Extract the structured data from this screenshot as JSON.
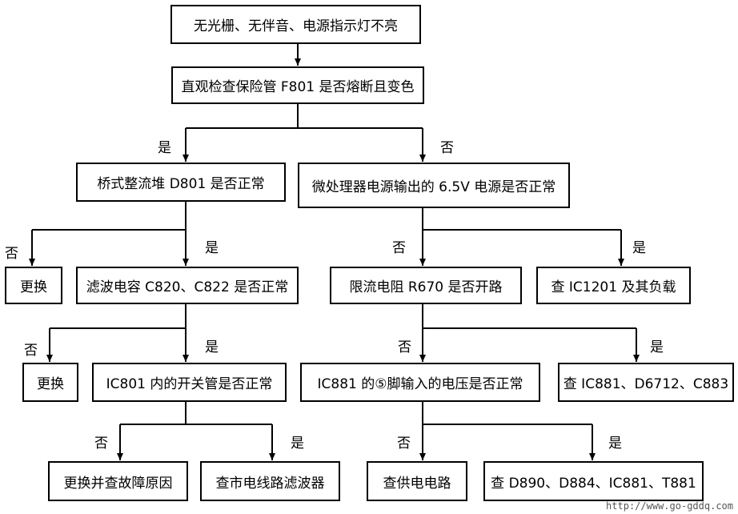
{
  "nodes": {
    "start": "无光栅、无伴音、电源指示灯不亮",
    "fuse_check": "直观检查保险管 F801 是否熔断且变色",
    "bridge_rectifier": "桥式整流堆 D801 是否正常",
    "mcu_power": "微处理器电源输出的 6.5V 电源是否正常",
    "replace_1": "更换",
    "filter_caps": "滤波电容 C820、C822 是否正常",
    "limit_resistor": "限流电阻 R670 是否开路",
    "check_ic1201": "查 IC1201 及其负载",
    "replace_2": "更换",
    "ic801_switch": "IC801 内的开关管是否正常",
    "ic881_pin5": "IC881 的⑤脚输入的电压是否正常",
    "check_ic881": "查 IC881、D6712、C883",
    "replace_find_cause": "更换并查故障原因",
    "check_mains_filter": "查市电线路滤波器",
    "check_supply_circuit": "查供电电路",
    "check_d890": "查 D890、D884、IC881、T881"
  },
  "labels": {
    "yes": "是",
    "no": "否"
  },
  "watermark": "http://www.go-gddq.com"
}
